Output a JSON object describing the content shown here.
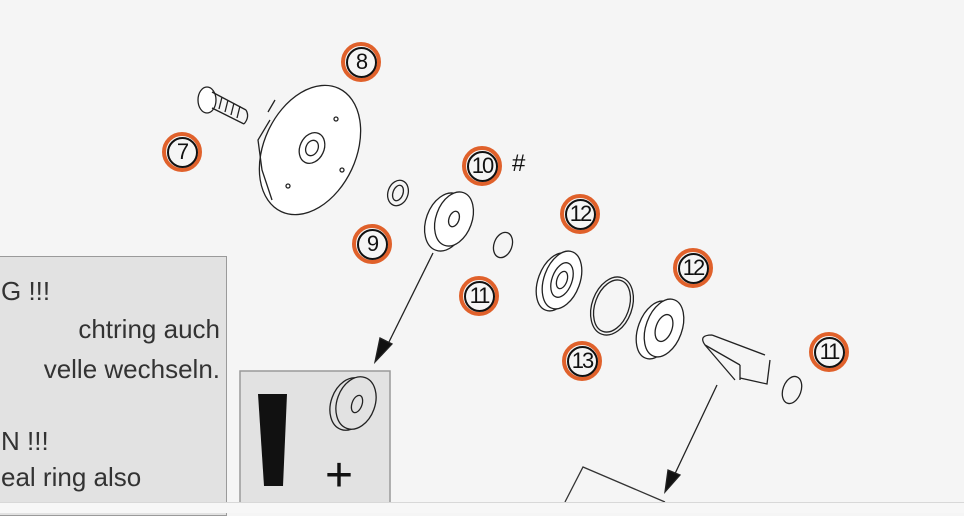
{
  "diagram": {
    "callouts": [
      {
        "label": "8"
      },
      {
        "label": "7"
      },
      {
        "label": "10"
      },
      {
        "label": "12"
      },
      {
        "label": "9"
      },
      {
        "label": "11"
      },
      {
        "label": "12"
      },
      {
        "label": "13"
      },
      {
        "label": "11"
      }
    ],
    "hash_marker": "#",
    "note_lines": [
      "G !!!",
      "chtring auch",
      "velle wechseln.",
      "N !!!",
      "eal ring also"
    ],
    "inset_plus": "+",
    "callout_color": "#e0612b"
  }
}
